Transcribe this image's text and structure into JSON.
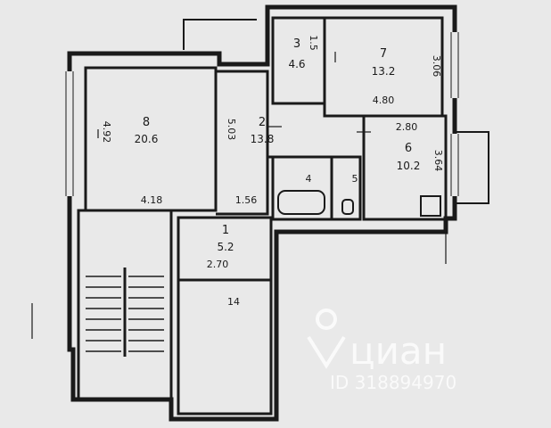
{
  "rooms": [
    {
      "id": "room-8",
      "number": "8",
      "area": "20.6"
    },
    {
      "id": "room-2",
      "number": "2",
      "area": "13.8"
    },
    {
      "id": "room-3",
      "number": "3",
      "area": "4.6"
    },
    {
      "id": "room-7",
      "number": "7",
      "area": "13.2"
    },
    {
      "id": "room-6",
      "number": "6",
      "area": "10.2"
    },
    {
      "id": "room-1",
      "number": "1",
      "area": "5.2"
    }
  ],
  "dimensions": {
    "room8_height": "4.92",
    "room8_width": "4.18",
    "room2_height": "5.03",
    "room2_width": "1.56",
    "room3_width": "1.5",
    "room7_width": "4.80",
    "room7_height": "3.06",
    "room6_width": "2.80",
    "room6_height": "3.64",
    "room1_width": "2.70",
    "bath": "4",
    "wc": "5",
    "corridor": "14"
  },
  "watermark": {
    "brand": "циан",
    "id_text": "ID 318894970"
  },
  "colors": {
    "paper": "#e9e9e9",
    "ink": "#1a1a1a"
  }
}
